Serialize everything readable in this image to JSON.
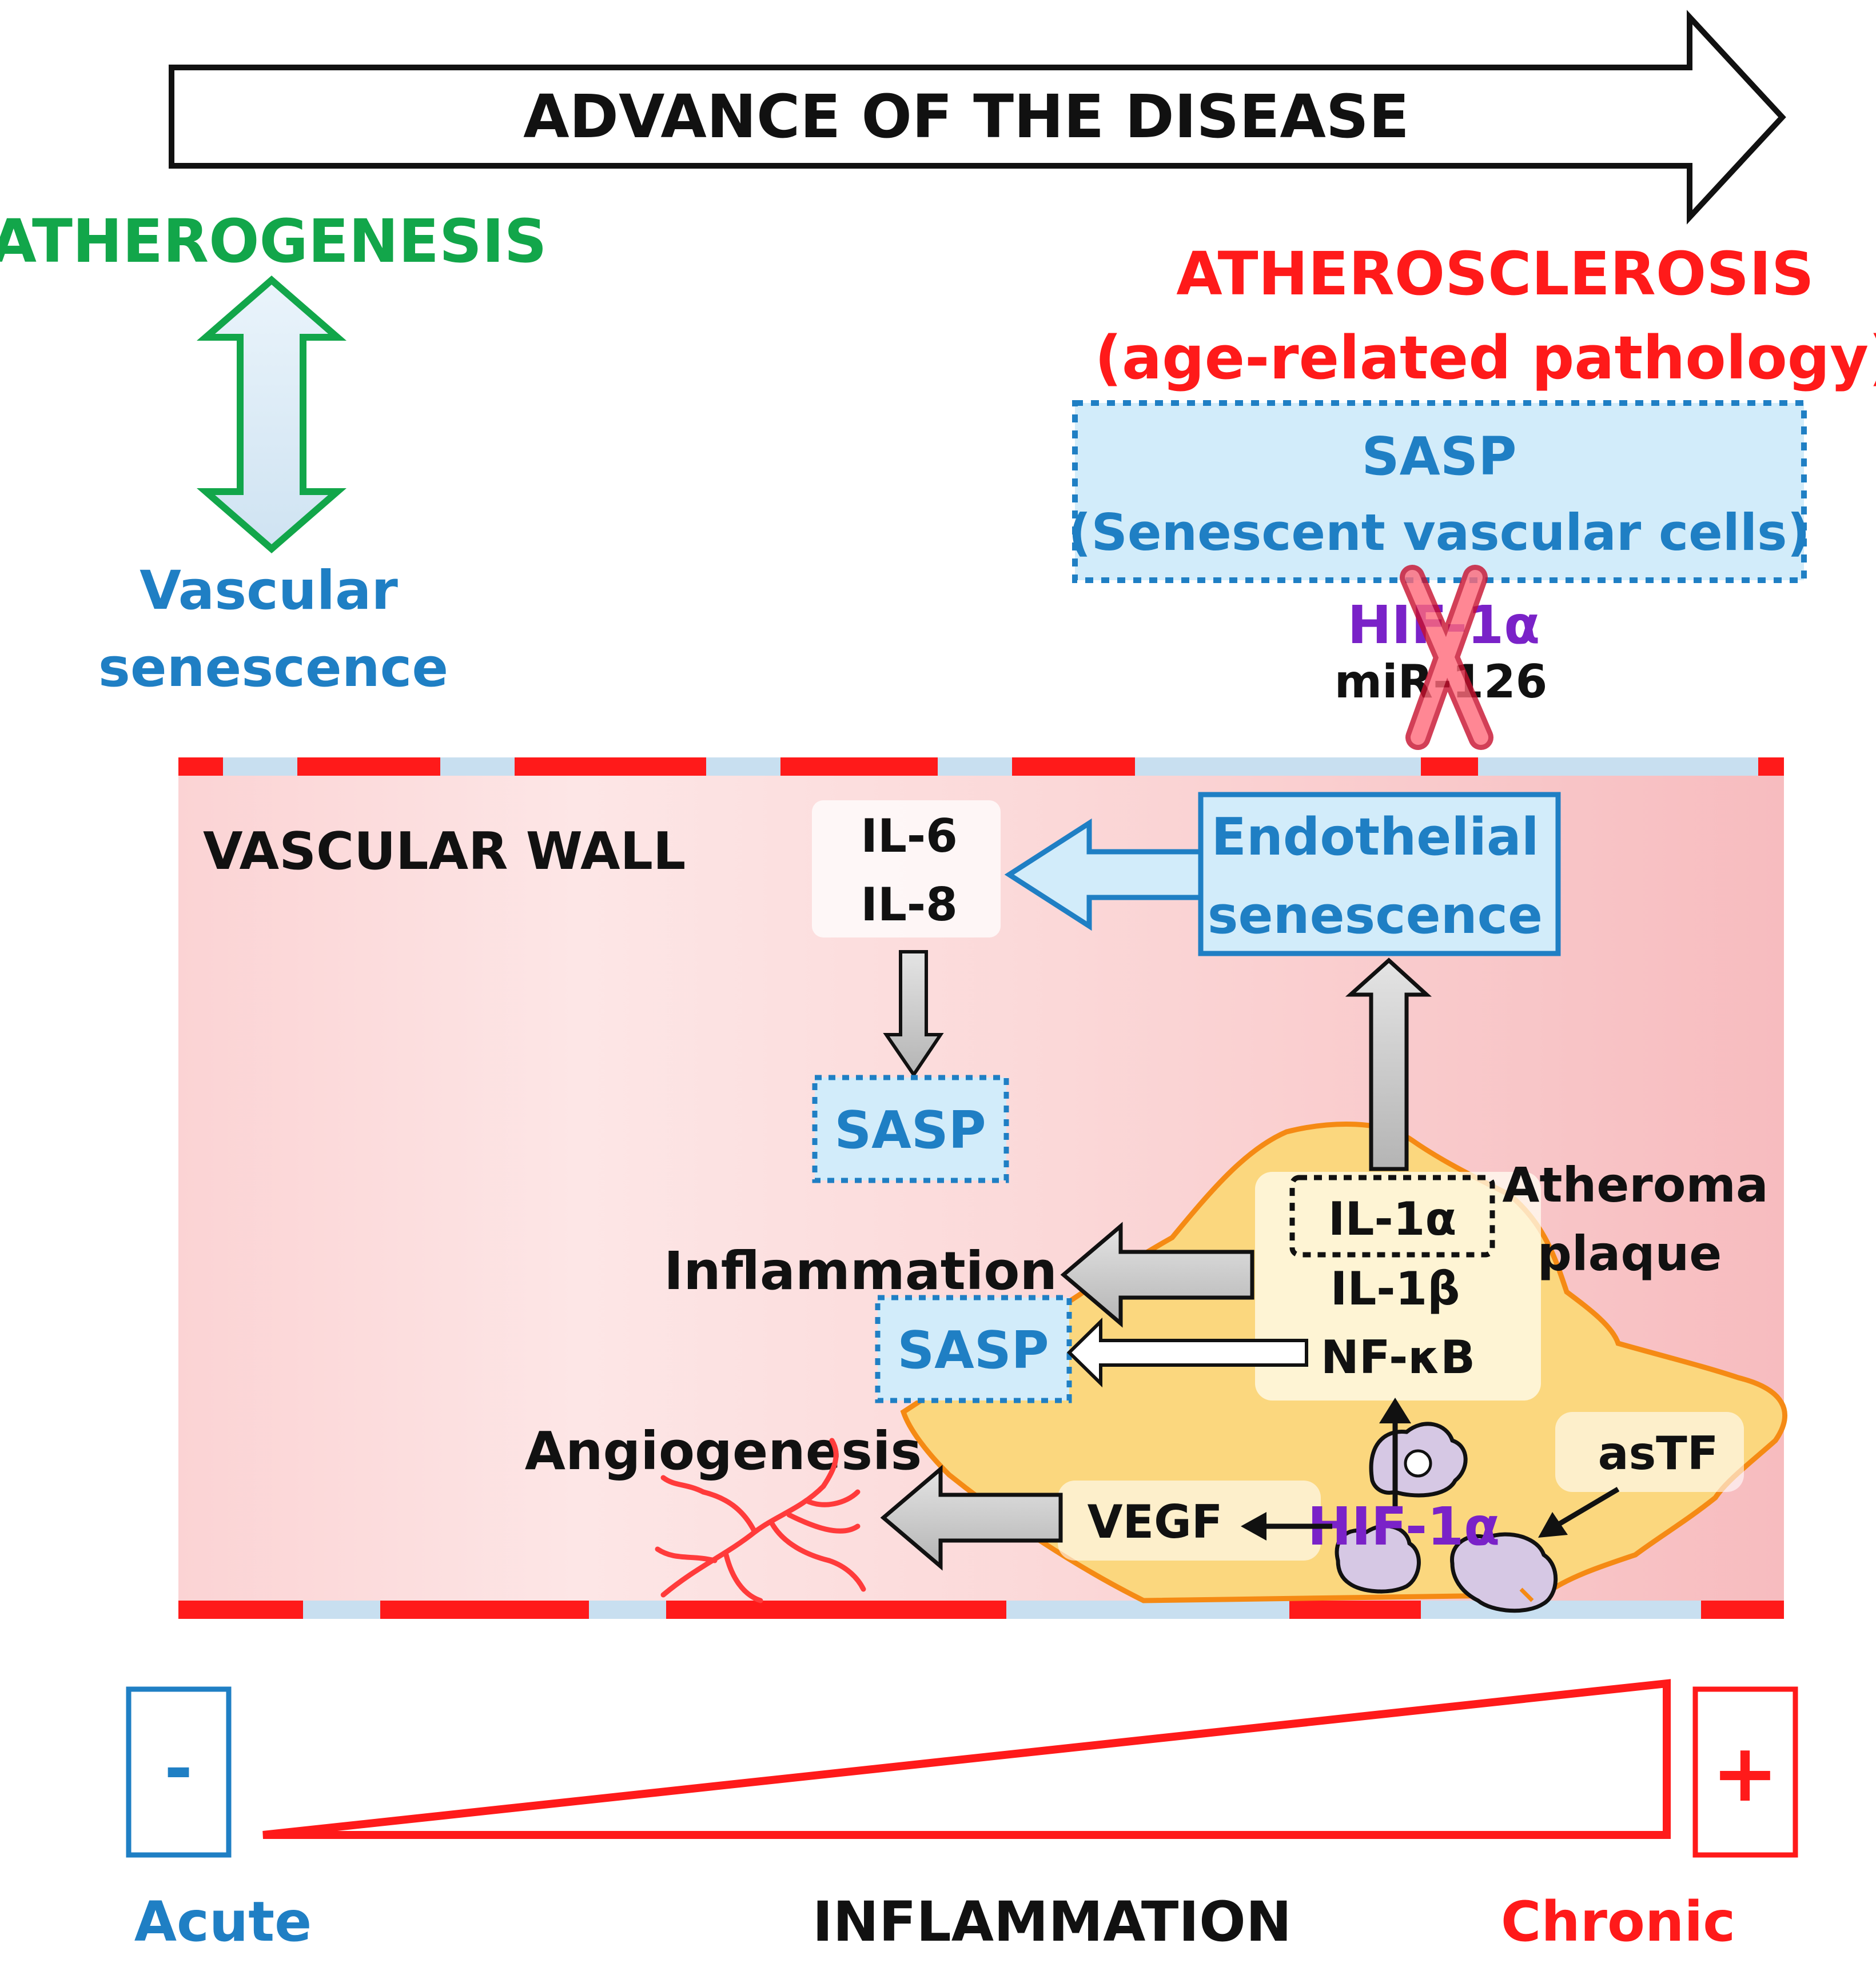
{
  "colors": {
    "green": "#12a64a",
    "blue": "#1f7fc4",
    "red": "#ff1a1a",
    "purple": "#7a22c8",
    "black": "#111111",
    "sasp_fill": "#d2ecfa",
    "wall_fill": "#fbd3d4",
    "plaque_fill": "#fbd77e",
    "plaque_edge": "#f58a14",
    "gray_arrow": "#c9c9c9"
  },
  "header": {
    "progress_label": "ADVANCE OF THE DISEASE"
  },
  "left": {
    "atherogenesis": "ATHEROGENESIS",
    "vascular_senescence_line1": "Vascular",
    "vascular_senescence_line2": "senescence"
  },
  "right": {
    "atherosclerosis": "ATHEROSCLEROSIS",
    "age_related": "(age-related pathology)",
    "sasp_box_line1": "SASP",
    "sasp_box_line2": "(Senescent vascular cells)",
    "blocked_hif": "HIF-1α",
    "blocked_mir": "miR-126"
  },
  "wall": {
    "label": "VASCULAR WALL",
    "il6": "IL-6",
    "il8": "IL-8",
    "sasp_upper": "SASP",
    "endothelial_line1": "Endothelial",
    "endothelial_line2": "senescence",
    "atheroma_line1": "Atheroma",
    "atheroma_line2": "plaque",
    "il1a": "IL-1α",
    "il1b": "IL-1β",
    "nfkb": "NF-κB",
    "inflammation": "Inflammation",
    "sasp_lower": "SASP",
    "angiogenesis": "Angiogenesis",
    "vegf": "VEGF",
    "hif": "HIF-1α",
    "astf": "asTF"
  },
  "scale": {
    "minus": "-",
    "plus": "+",
    "acute": "Acute",
    "inflammation": "INFLAMMATION",
    "chronic": "Chronic"
  }
}
